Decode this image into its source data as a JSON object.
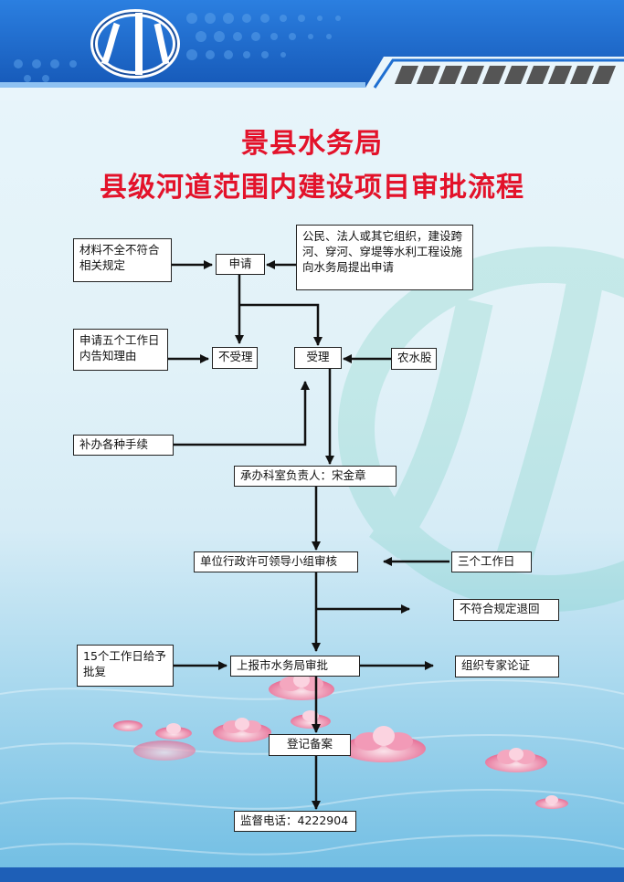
{
  "header": {
    "title_line1": "景县水务局",
    "title_line2": "县级河道范围内建设项目审批流程"
  },
  "colors": {
    "title_red": "#e3122a",
    "banner_blue": "#1f6fd1",
    "logo": "water-bureau-emblem"
  },
  "icons": {
    "logo": "water-bureau-emblem-icon"
  },
  "flow": {
    "materials_incomplete": "材料不全不符合相关规定",
    "apply": "申请",
    "applicant": "公民、法人或其它组织，建设跨河、穿河、穿堤等水利工程设施向水务局提出申请",
    "notify": "申请五个工作日内告知理由",
    "reject": "不受理",
    "accept": "受理",
    "agri_water": "农水股",
    "supplement": "补办各种手续",
    "handler": "承办科室负责人：宋金章",
    "review_group": "单位行政许可领导小组审核",
    "three_days": "三个工作日",
    "return_noncompliant": "不符合规定退回",
    "fifteen_days": "15个工作日给予批复",
    "city_review": "上报市水务局审批",
    "expert": "组织专家论证",
    "register": "登记备案",
    "hotline": "监督电话：4222904"
  }
}
